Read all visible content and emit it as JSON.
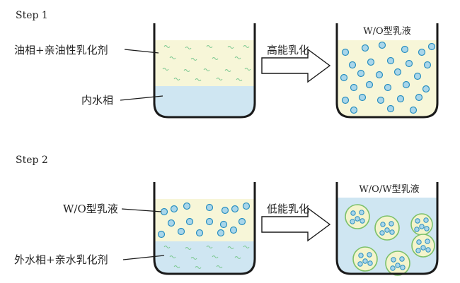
{
  "step1": {
    "label": "Step 1",
    "left_beaker": {
      "top_label": "油相+亲油性乳化剂",
      "bottom_label": "内水相"
    },
    "arrow_label": "高能乳化",
    "right_beaker": {
      "title": "W/O型乳液"
    }
  },
  "step2": {
    "label": "Step 2",
    "left_beaker": {
      "top_label": "W/O型乳液",
      "bottom_label": "外水相+亲水乳化剂"
    },
    "arrow_label": "低能乳化",
    "right_beaker": {
      "title": "W/O/W型乳液"
    }
  },
  "colors": {
    "oil_phase": "#f7f6d8",
    "water_phase": "#cfe6f2",
    "droplet_fill": "#a9d6ea",
    "droplet_stroke": "#2a8fc0",
    "globule_fill": "#f4f4cc",
    "globule_stroke": "#7cc06a",
    "wave": "#7cc891",
    "outline": "#1a1a1a"
  }
}
